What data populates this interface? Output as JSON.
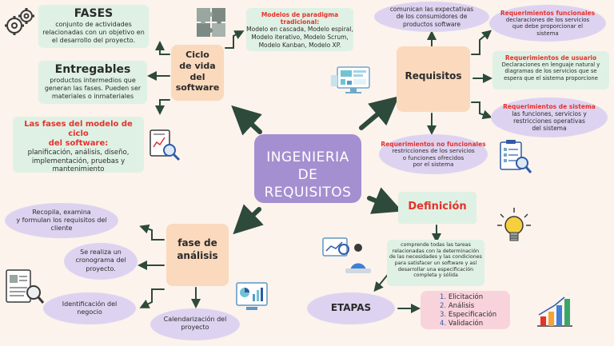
{
  "center": {
    "title_line1": "INGENIERIA DE",
    "title_line2": "REQUISITOS"
  },
  "ciclo": {
    "title_line1": "Ciclo",
    "title_line2": "de vida",
    "title_line3": "del",
    "title_line4": "software"
  },
  "fases": {
    "title": "FASES",
    "text_line1": "conjunto de actividades",
    "text_line2": "relacionadas con un objetivo en",
    "text_line3": "el desarrollo del proyecto."
  },
  "entregables": {
    "title": "Entregables",
    "text_line1": "productos intermedios que",
    "text_line2": "generan las fases. Pueden ser",
    "text_line3": "materiales o inmateriales"
  },
  "fases_modelo": {
    "title_line1": "Las fases del modelo de ciclo",
    "title_line2": "del software:",
    "text_line1": "planificación, análisis, diseño,",
    "text_line2": "implementación, pruebas y",
    "text_line3": "mantenimiento"
  },
  "modelos": {
    "title": "Modelos de paradigma tradicional:",
    "text_line1": "Modelo en cascada, Modelo espiral,",
    "text_line2": "Modelo iterativo, Modelo Scrum,",
    "text_line3": "Modelo Kanban, Modelo XP."
  },
  "requisitos": {
    "title": "Requisitos"
  },
  "comunican": {
    "text_line1": "comunican las expectativas",
    "text_line2": "de los consumidores de",
    "text_line3": "productos software"
  },
  "req_funcionales": {
    "title": "Requerimientos funcionales",
    "text_line1": "declaraciones de los servicios",
    "text_line2": "que debe proporcionar el",
    "text_line3": "sistema"
  },
  "req_usuario": {
    "title": "Requerimientos de usuario",
    "text_line1": "Declaraciones en lenguaje natural y",
    "text_line2": "diagramas  de los servicios que se",
    "text_line3": "espera que el sistema proporcione"
  },
  "req_sistema": {
    "title": "Requerimientos de sistema",
    "text_line1": "las funciones, servicios y",
    "text_line2": "restricciones operativas",
    "text_line3": "del sistema"
  },
  "req_no_funcionales": {
    "title": "Requerimientos no funcionales",
    "text_line1": "restricciones de los servicios",
    "text_line2": "o funciones ofrecidos",
    "text_line3": "por el sistema"
  },
  "definicion": {
    "title": "Definición",
    "text_line1": "comprende todas las tareas",
    "text_line2": "relacionadas con la determinación",
    "text_line3": "de las necesidades y las condiciones",
    "text_line4": "para satisfacer un software y así",
    "text_line5": "desarrollar una especificación",
    "text_line6": "completa y sólida"
  },
  "etapas": {
    "title": "ETAPAS",
    "items": [
      {
        "num": "1.",
        "label": "Elicitación"
      },
      {
        "num": "2.",
        "label": "Análisis"
      },
      {
        "num": "3.",
        "label": "Especificación"
      },
      {
        "num": "4.",
        "label": "Validación"
      }
    ]
  },
  "analisis": {
    "title_line1": "fase de",
    "title_line2": "análisis"
  },
  "recopila": {
    "text_line1": "Recopila, examina",
    "text_line2": "y formulan los requisitos del",
    "text_line3": "cliente"
  },
  "cronograma": {
    "text_line1": "Se realiza un",
    "text_line2": "cronograma del",
    "text_line3": "proyecto."
  },
  "identificacion": {
    "text_line1": "Identificación del",
    "text_line2": "negocio"
  },
  "calendarizacion": {
    "text_line1": "Calendarización del",
    "text_line2": "proyecto"
  },
  "colors": {
    "background": "#fbf3ec",
    "center": "#a48fd0",
    "mint": "#dff1e4",
    "peach": "#fbd9bd",
    "lavender": "#ddd3f1",
    "pink": "#f9d3dc",
    "red": "#e5322b",
    "blue": "#2f5aa8",
    "arrow": "#2d4a3a"
  },
  "icons": [
    "gears-icon",
    "puzzle-icon",
    "document-magnifier-icon",
    "dashboard-monitor-icon",
    "checklist-magnifier-icon",
    "lightbulb-icon",
    "analyst-person-icon",
    "report-magnifier-icon",
    "chart-monitor-icon",
    "bar-growth-chart-icon"
  ]
}
